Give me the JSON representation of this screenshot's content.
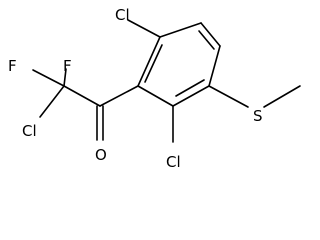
{
  "molecule": {
    "atoms": [
      {
        "id": "cl_top",
        "symbol": "Cl"
      },
      {
        "id": "f_left",
        "symbol": "F"
      },
      {
        "id": "f_right",
        "symbol": "F"
      },
      {
        "id": "cl_left",
        "symbol": "Cl"
      },
      {
        "id": "o",
        "symbol": "O"
      },
      {
        "id": "cl_bottom",
        "symbol": "Cl"
      },
      {
        "id": "s",
        "symbol": "S"
      }
    ]
  },
  "colors": {
    "ink": "#000000",
    "background": "#ffffff"
  }
}
